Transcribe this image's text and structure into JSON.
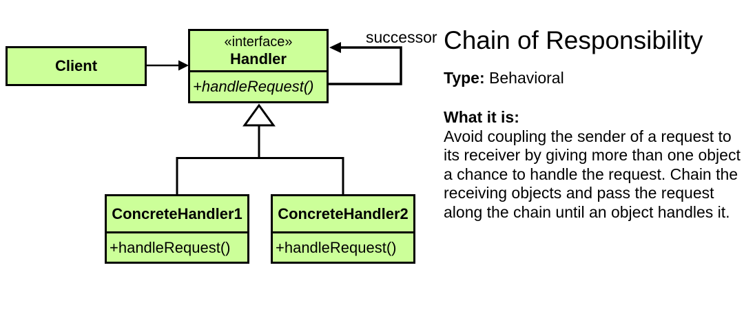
{
  "diagram": {
    "fill_color": "#ccff99",
    "border_color": "#000000",
    "client": {
      "name": "Client"
    },
    "handler": {
      "stereotype": "«interface»",
      "name": "Handler",
      "method": "+handleRequest()"
    },
    "concrete_handler_1": {
      "name": "ConcreteHandler1",
      "method": "+handleRequest()"
    },
    "concrete_handler_2": {
      "name": "ConcreteHandler2",
      "method": "+handleRequest()"
    },
    "successor_label": "successor"
  },
  "info_panel": {
    "title": "Chain of Responsibility",
    "type_label": "Type:",
    "type_value": "Behavioral",
    "what_label": "What it is:",
    "description": "Avoid coupling the sender of a request to its receiver by giving more than one object a chance to handle the request. Chain the receiving objects and pass the request along the chain until an object handles it."
  }
}
